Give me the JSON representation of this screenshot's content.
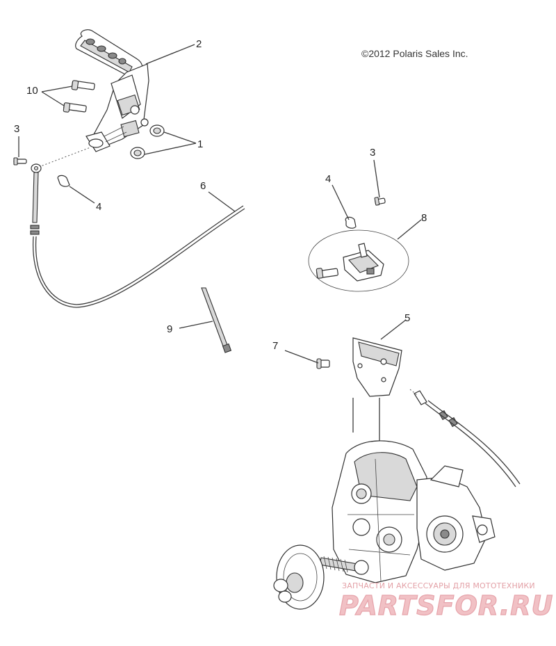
{
  "copyright": "©2012 Polaris Sales Inc.",
  "callouts": {
    "c1": "1",
    "c2": "2",
    "c3a": "3",
    "c3b": "3",
    "c4a": "4",
    "c4b": "4",
    "c5": "5",
    "c6": "6",
    "c7": "7",
    "c8": "8",
    "c9": "9",
    "c10": "10"
  },
  "watermark": {
    "tagline": "ЗАПЧАСТИ И АКСЕССУАРЫ ДЛЯ МОТОТЕХНИКИ",
    "logo_text": "PARTSFOR.RU"
  },
  "colors": {
    "line": "#3a3a3a",
    "watermark": "#e6a3aa"
  }
}
